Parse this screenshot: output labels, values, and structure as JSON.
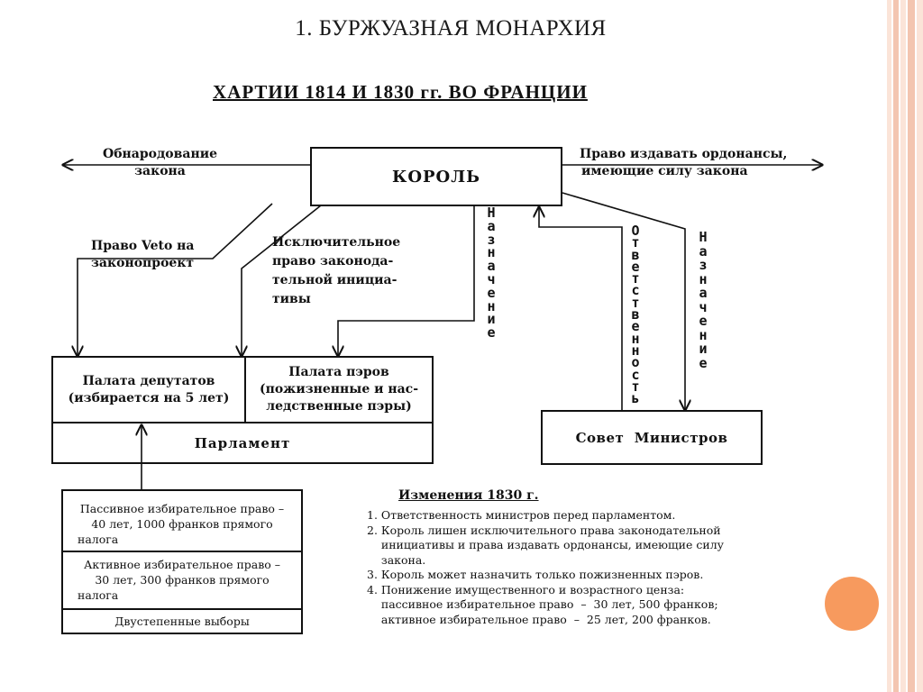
{
  "slide": {
    "title": "1. БУРЖУАЗНАЯ МОНАРХИЯ",
    "diagram_title": "ХАРТИИ 1814 И 1830 гг. ВО ФРАНЦИИ"
  },
  "diagram": {
    "king": "КОРОЛЬ",
    "left_arrow_label": [
      "Обнародование",
      "закона"
    ],
    "right_arrow_label": [
      "Право издавать ордонансы,",
      "имеющие силу закона"
    ],
    "veto_label": [
      "Право Veto на",
      "законопроект"
    ],
    "initiative_label": [
      "Исключительное",
      "право законода-",
      "тельной инициа-",
      "тивы"
    ],
    "appointment_peers": "Назначение",
    "responsibility": "Ответственность",
    "appointment_ministers": "Назначение",
    "chamber_deputies": [
      "Палата депутатов",
      "(избирается на 5 лет)"
    ],
    "chamber_peers": [
      "Палата пэров",
      "(пожизненные и нас-",
      "ледственные пэры)"
    ],
    "parliament": "Парламент",
    "council": "Совет  Министров",
    "passive_right": [
      "Пассивное избирательное право –",
      "40 лет, 1000 франков прямого",
      "налога"
    ],
    "active_right": [
      "Активное избирательное право –",
      "30 лет, 300 франков прямого",
      "налога"
    ],
    "two_stage": "Двустепенные выборы"
  },
  "changes": {
    "title": "Изменения 1830 г.",
    "items": [
      "1. Ответственность министров перед парламентом.",
      "2. Король лишен исключительного права законодательной",
      "    инициативы и права издавать ордонансы, имеющие силу",
      "    закона.",
      "3. Король может назначить только пожизненных пэров.",
      "4. Понижение имущественного и возрастного ценза:",
      "    пассивное избирательное право  –  30 лет, 500 франков;",
      "    активное избирательное право  –  25 лет, 200 франков."
    ]
  },
  "colors": {
    "accent_orange": "#f79a5e",
    "stripe_peach": "#f4cbb7",
    "stripe_light": "#fbe6dc"
  }
}
